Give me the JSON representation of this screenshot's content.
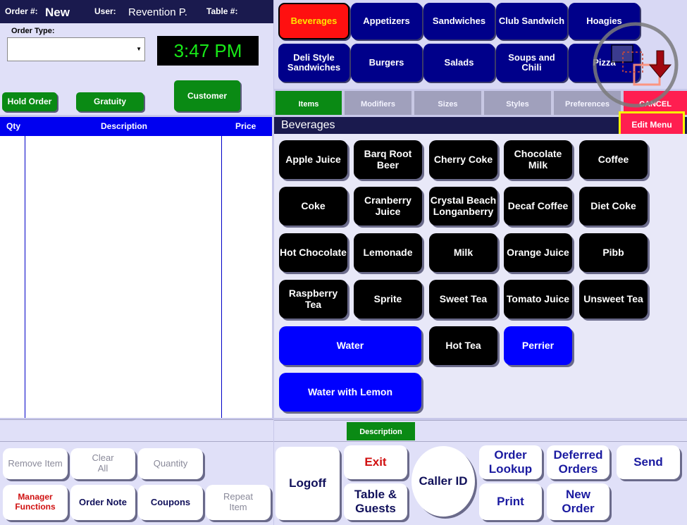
{
  "header": {
    "order_label": "Order #:",
    "order_value": "New",
    "user_label": "User:",
    "user_value": "Revention P.",
    "table_label": "Table #:"
  },
  "order_type": {
    "label": "Order Type:",
    "value": ""
  },
  "clock": "3:47 PM",
  "left_buttons": {
    "hold": "Hold Order",
    "gratuity": "Gratuity",
    "customer": "Customer"
  },
  "list_columns": {
    "qty": "Qty",
    "desc": "Description",
    "price": "Price"
  },
  "categories": [
    "Beverages",
    "Appetizers",
    "Sandwiches",
    "Club Sandwich",
    "Hoagies",
    "Deli Style Sandwiches",
    "Burgers",
    "Salads",
    "Soups and Chili",
    "Pizza"
  ],
  "tabs": [
    "Items",
    "Modifiers",
    "Sizes",
    "Styles",
    "Preferences",
    "CANCEL"
  ],
  "section_title": "Beverages",
  "edit_menu": "Edit Menu",
  "items": [
    "Apple Juice",
    "Barq Root Beer",
    "Cherry Coke",
    "Chocolate Milk",
    "Coffee",
    "Coke",
    "Cranberry Juice",
    "Crystal Beach Longanberry",
    "Decaf Coffee",
    "Diet Coke",
    "Hot Chocolate",
    "Lemonade",
    "Milk",
    "Orange Juice",
    "Pibb",
    "Raspberry Tea",
    "Sprite",
    "Sweet Tea",
    "Tomato Juice",
    "Unsweet Tea",
    "Water",
    "Hot Tea",
    "Perrier",
    "Water with Lemon"
  ],
  "description_tab": "Description",
  "bottom_left": {
    "remove_item": "Remove Item",
    "clear_all": "Clear All",
    "quantity": "Quantity",
    "manager_functions": "Manager Functions",
    "order_note": "Order Note",
    "coupons": "Coupons",
    "repeat_item": "Repeat Item"
  },
  "bottom_right": {
    "logoff": "Logoff",
    "exit": "Exit",
    "caller_id": "Caller ID",
    "order_lookup": "Order Lookup",
    "deferred_orders": "Deferred Orders",
    "send": "Send",
    "table_guests": "Table & Guests",
    "print": "Print",
    "new_order": "New Order"
  },
  "colors": {
    "header_navy": "#1a1a4e",
    "category_navy": "#00008a",
    "active_category_red": "#ff1010",
    "green": "#0a8a14",
    "cancel_pink": "#ff1e50",
    "clock_green": "#18e818",
    "list_blue": "#0000f0"
  },
  "icons": {
    "overlay": "window-switch-arrow-icon",
    "dropdown": "chevron-down-icon"
  }
}
